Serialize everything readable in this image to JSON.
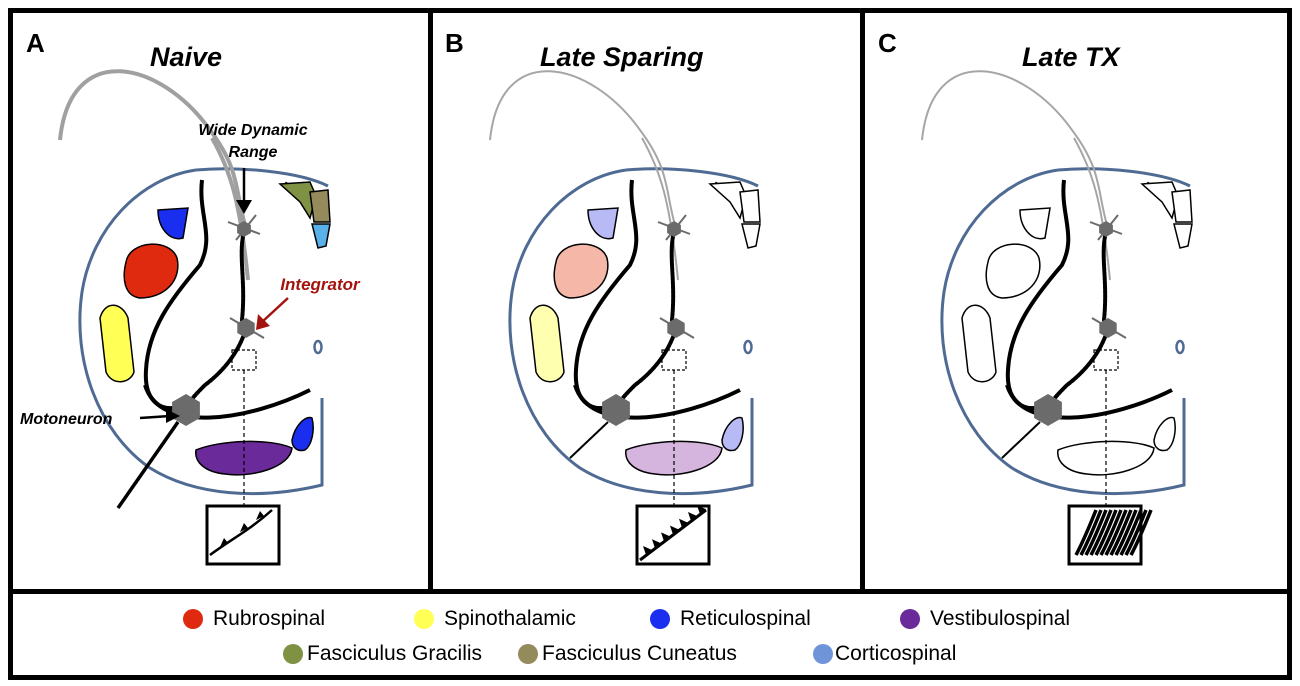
{
  "panels": [
    {
      "letter": "A",
      "title": "Naive"
    },
    {
      "letter": "B",
      "title": "Late Sparing"
    },
    {
      "letter": "C",
      "title": "Late TX"
    }
  ],
  "callouts": {
    "wdr": "Wide Dynamic Range",
    "integrator": "Integrator",
    "motoneuron": "Motoneuron"
  },
  "legend": [
    {
      "label": "Rubrospinal",
      "color": "#e02a10"
    },
    {
      "label": "Spinothalamic",
      "color": "#ffff55"
    },
    {
      "label": "Reticulospinal",
      "color": "#1a2ef0"
    },
    {
      "label": "Vestibulospinal",
      "color": "#6b2a9a"
    },
    {
      "label": "Fasciculus Gracilis",
      "color": "#7f9143"
    },
    {
      "label": "Fasciculus Cuneatus",
      "color": "#958a5c"
    },
    {
      "label": "Corticospinal",
      "color": "#6f95d8"
    }
  ],
  "colors": {
    "outline": "#4f6b93",
    "integrator_text": "#a3140f",
    "neuron": "#6b6b6b"
  }
}
